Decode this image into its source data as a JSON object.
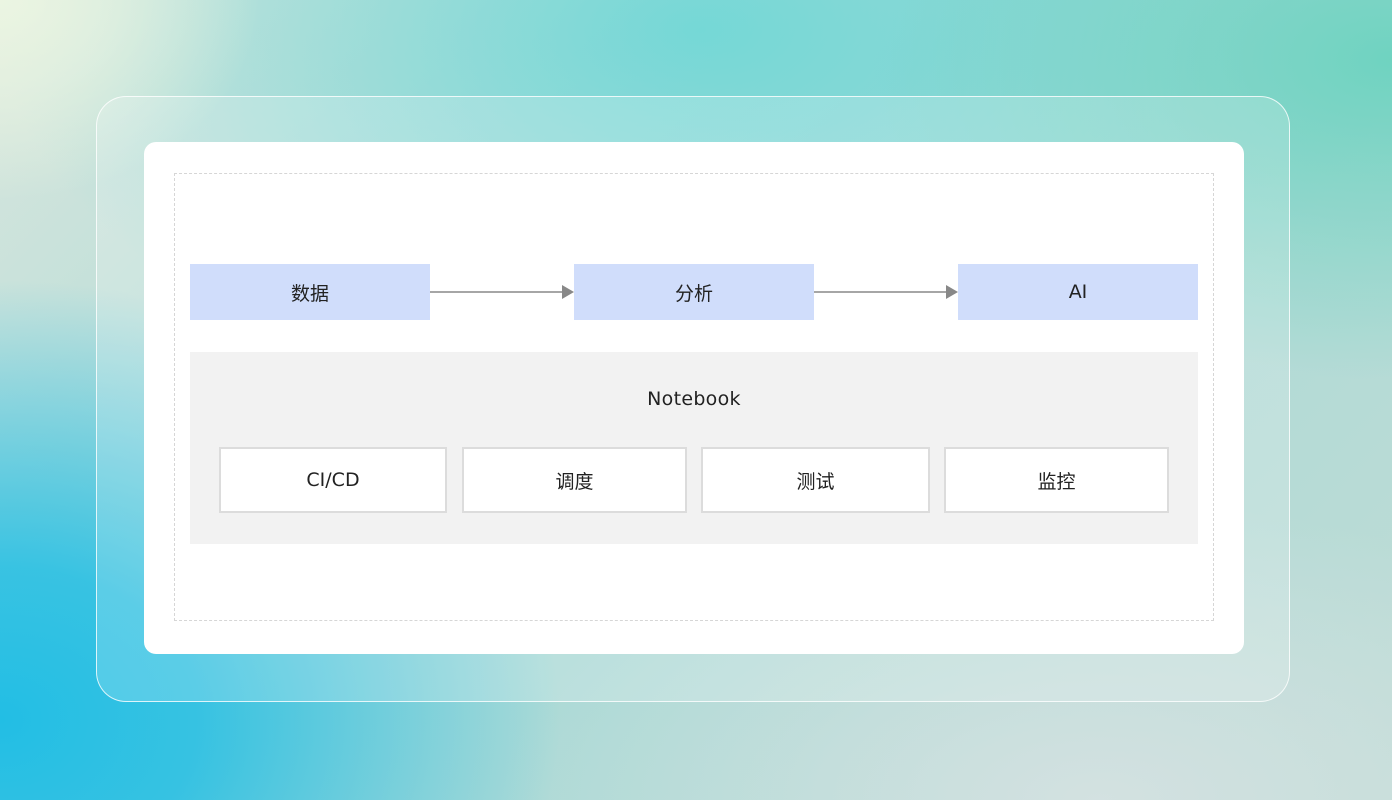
{
  "pipeline": {
    "stages": [
      {
        "label": "数据"
      },
      {
        "label": "分析"
      },
      {
        "label": "AI"
      }
    ]
  },
  "notebook": {
    "title": "Notebook",
    "tools": [
      {
        "label": "CI/CD"
      },
      {
        "label": "调度"
      },
      {
        "label": "测试"
      },
      {
        "label": "监控"
      }
    ]
  },
  "colors": {
    "stage_fill": "#d0ddfb",
    "arrow": "#888888",
    "notebook_fill": "#f2f2f2",
    "tool_border": "#dcdcdc"
  }
}
